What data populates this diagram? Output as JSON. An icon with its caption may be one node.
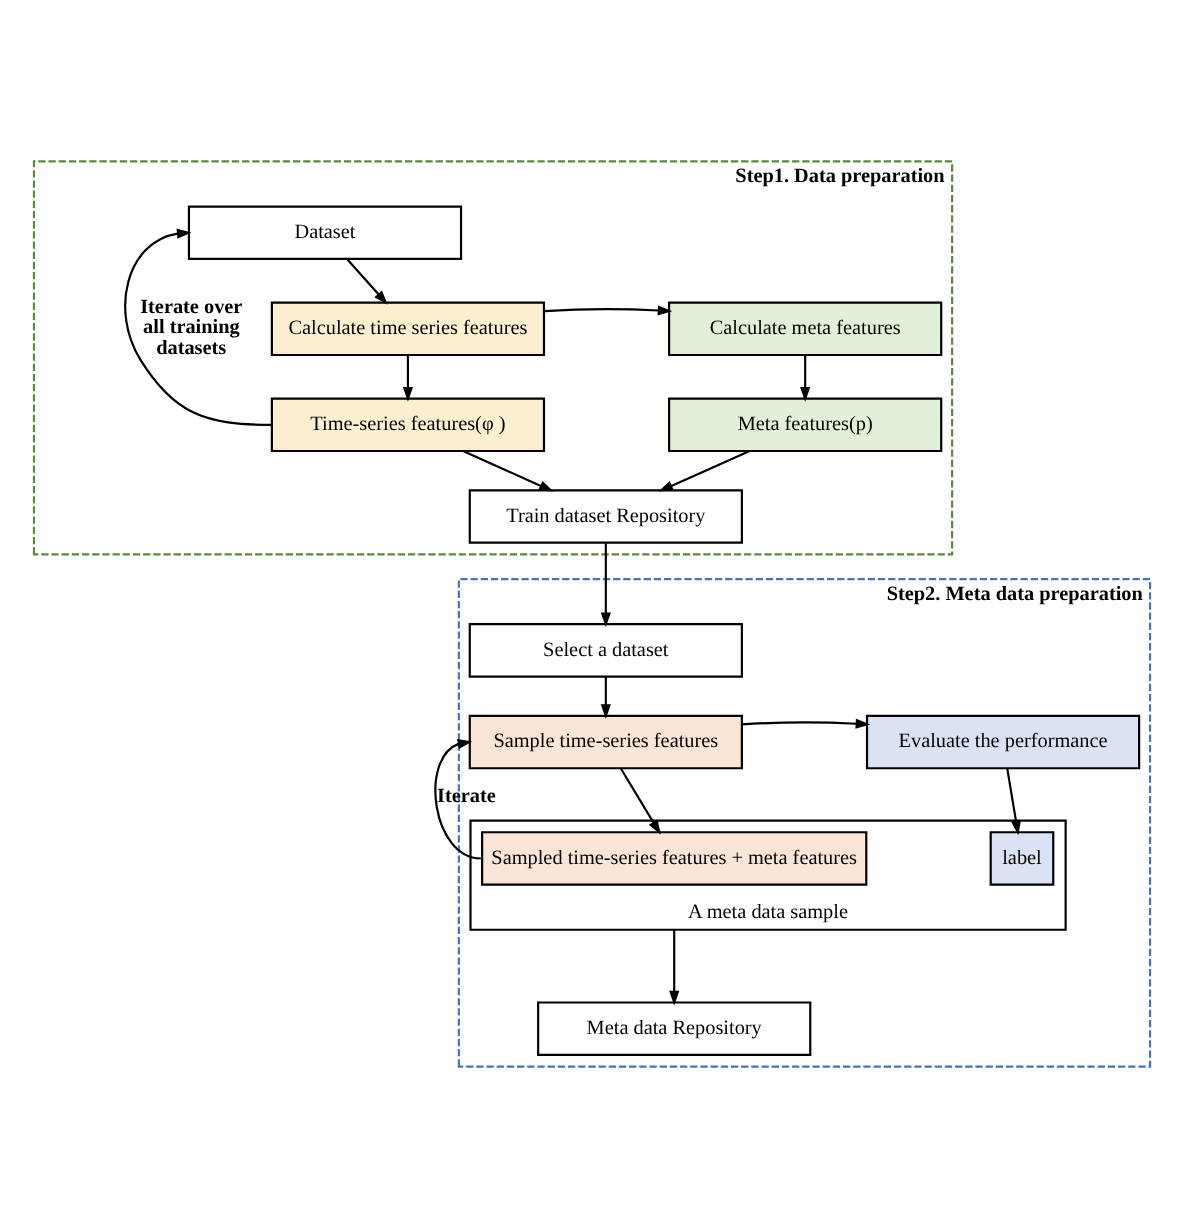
{
  "diagram": {
    "nodes": [
      {
        "text": [
          "Step1. Data preparation"
        ]
      },
      {
        "text": [
          "Dataset"
        ],
        "in": 0
      },
      {
        "text": [
          "Calculate time series features"
        ],
        "in": 0
      },
      {
        "text": [
          "Calculate meta features"
        ],
        "in": 0
      },
      {
        "text": [
          "Time-series features(φ )"
        ],
        "in": 0
      },
      {
        "text": [
          "Meta features(p)"
        ],
        "in": 0
      },
      {
        "text": [
          "Train dataset Repository"
        ],
        "in": 0
      },
      {
        "text": [
          "Step2. Meta data preparation"
        ]
      },
      {
        "text": [
          "Select a dataset"
        ],
        "in": 7
      },
      {
        "text": [
          "Sample time-series features"
        ],
        "in": 7
      },
      {
        "text": [
          "Evaluate the performance"
        ],
        "in": 7
      },
      {
        "text": [
          "A meta data sample"
        ],
        "in": 7
      },
      {
        "text": [
          "Sampled time-series features + meta features"
        ],
        "in": 11
      },
      {
        "text": [
          "label"
        ],
        "in": 11
      },
      {
        "text": [
          "Meta data Repository"
        ],
        "in": 7
      }
    ],
    "edges": [
      {
        "from": 1,
        "to": 2,
        "arrow": "to"
      },
      {
        "from": 2,
        "to": 3,
        "arrow": "to"
      },
      {
        "from": 2,
        "to": 4,
        "arrow": "to"
      },
      {
        "from": 3,
        "to": 5,
        "arrow": "to"
      },
      {
        "from": 4,
        "to": 1,
        "arrow": "to",
        "label": "Iterate over all training datasets"
      },
      {
        "from": 4,
        "to": 6,
        "arrow": "to"
      },
      {
        "from": 5,
        "to": 6,
        "arrow": "to"
      },
      {
        "from": 6,
        "to": 8,
        "arrow": "to"
      },
      {
        "from": 8,
        "to": 9,
        "arrow": "to"
      },
      {
        "from": 9,
        "to": 10,
        "arrow": "to"
      },
      {
        "from": 9,
        "to": 12,
        "arrow": "to"
      },
      {
        "from": 10,
        "to": 13,
        "arrow": "to"
      },
      {
        "from": 12,
        "to": 9,
        "arrow": "to",
        "label": "Iterate"
      },
      {
        "from": 11,
        "to": 14,
        "arrow": "to"
      }
    ]
  }
}
